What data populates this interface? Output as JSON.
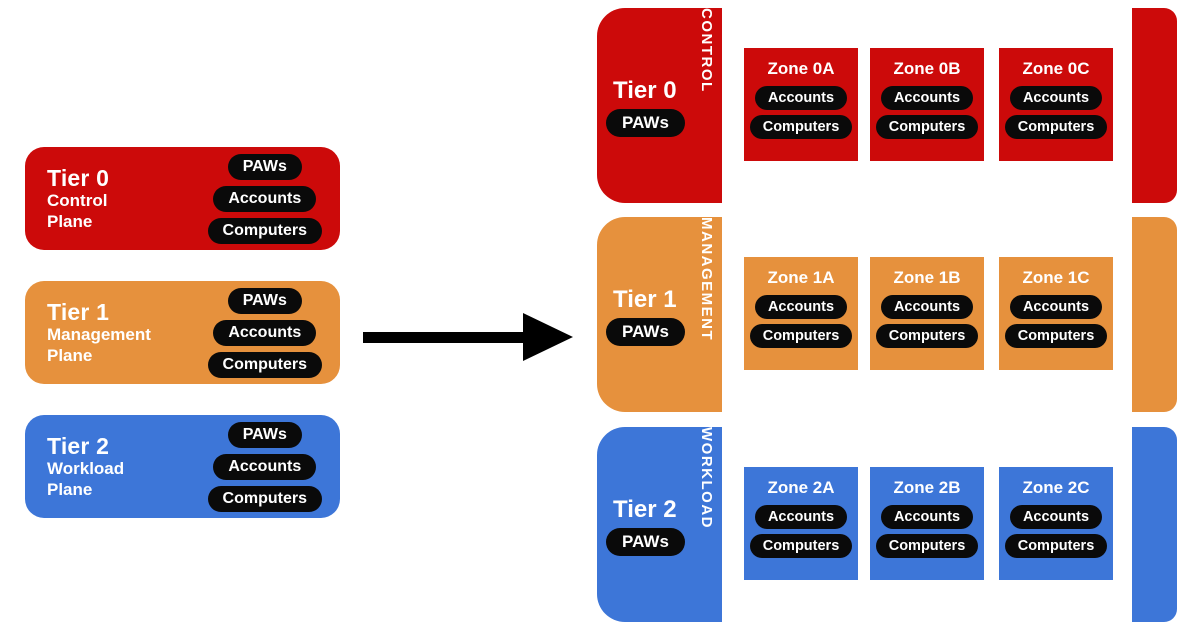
{
  "colors": {
    "tier0_red": "#cc0a0a",
    "tier1_orange": "#e6913d",
    "tier2_blue": "#3d76d8",
    "pill_black": "#0a0a0a",
    "arrow_black": "#000000"
  },
  "diagram": {
    "left_tiers": [
      {
        "title": "Tier 0",
        "subtitle_line1": "Control",
        "subtitle_line2": "Plane",
        "color": "#cc0a0a",
        "pills": [
          "PAWs",
          "Accounts",
          "Computers"
        ]
      },
      {
        "title": "Tier 1",
        "subtitle_line1": "Management",
        "subtitle_line2": "Plane",
        "color": "#e6913d",
        "pills": [
          "PAWs",
          "Accounts",
          "Computers"
        ]
      },
      {
        "title": "Tier 2",
        "subtitle_line1": "Workload",
        "subtitle_line2": "Plane",
        "color": "#3d76d8",
        "pills": [
          "PAWs",
          "Accounts",
          "Computers"
        ]
      }
    ],
    "right_rows": [
      {
        "tier_title": "Tier 0",
        "paw_pill": "PAWs",
        "vertical_label": "CONTROL",
        "color": "#cc0a0a",
        "zones": [
          {
            "name": "Zone 0A",
            "pills": [
              "Accounts",
              "Computers"
            ]
          },
          {
            "name": "Zone 0B",
            "pills": [
              "Accounts",
              "Computers"
            ]
          },
          {
            "name": "Zone 0C",
            "pills": [
              "Accounts",
              "Computers"
            ]
          }
        ]
      },
      {
        "tier_title": "Tier 1",
        "paw_pill": "PAWs",
        "vertical_label": "MANAGEMENT",
        "color": "#e6913d",
        "zones": [
          {
            "name": "Zone 1A",
            "pills": [
              "Accounts",
              "Computers"
            ]
          },
          {
            "name": "Zone 1B",
            "pills": [
              "Accounts",
              "Computers"
            ]
          },
          {
            "name": "Zone 1C",
            "pills": [
              "Accounts",
              "Computers"
            ]
          }
        ]
      },
      {
        "tier_title": "Tier 2",
        "paw_pill": "PAWs",
        "vertical_label": "WORKLOAD",
        "color": "#3d76d8",
        "zones": [
          {
            "name": "Zone 2A",
            "pills": [
              "Accounts",
              "Computers"
            ]
          },
          {
            "name": "Zone 2B",
            "pills": [
              "Accounts",
              "Computers"
            ]
          },
          {
            "name": "Zone 2C",
            "pills": [
              "Accounts",
              "Computers"
            ]
          }
        ]
      }
    ]
  }
}
